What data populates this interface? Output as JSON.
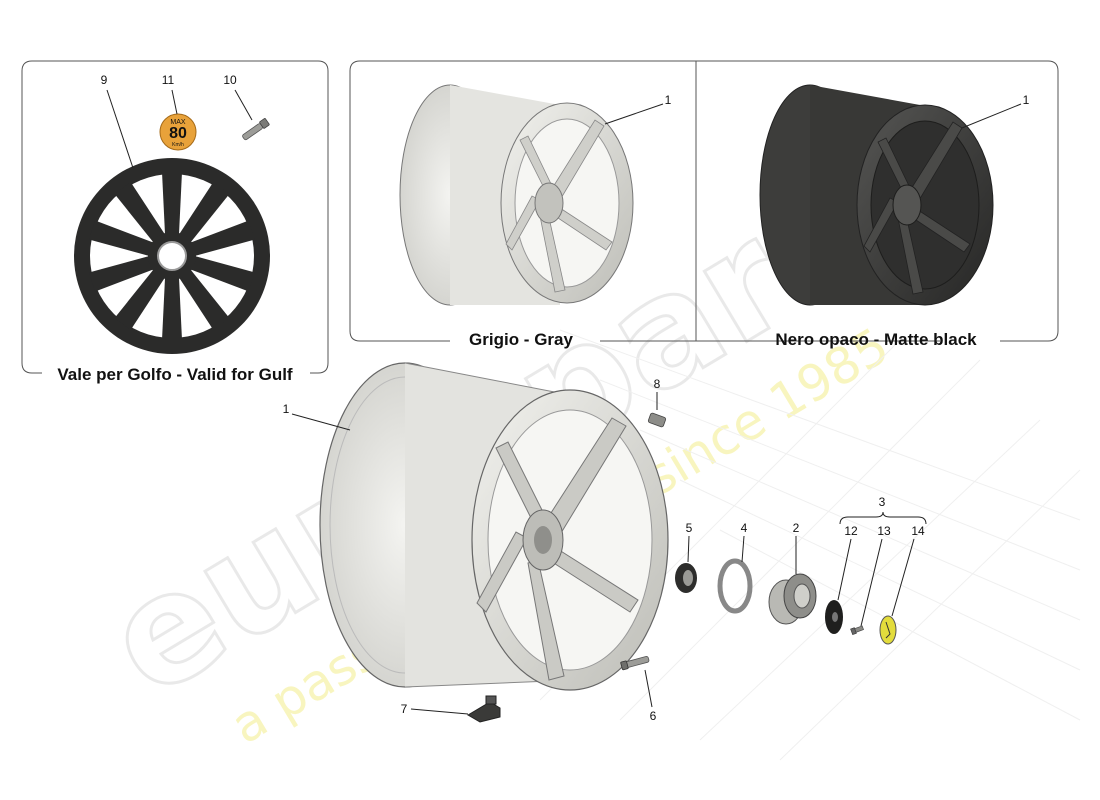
{
  "panels": {
    "gulf": {
      "caption": "Vale per Golfo - Valid for Gulf"
    },
    "gray": {
      "caption": "Grigio - Gray"
    },
    "matte": {
      "caption": "Nero opaco - Matte black"
    }
  },
  "badge": {
    "top": "MAX",
    "value": "80",
    "unit": "Km/h",
    "color": "#e8a23a"
  },
  "callouts": {
    "gulf_wheel": "9",
    "speed_badge": "11",
    "gulf_valve": "10",
    "gray_wheel": "1",
    "matte_wheel": "1",
    "main_wheel": "1",
    "badge_clip": "8",
    "seal_ring": "5",
    "spacer_ring": "4",
    "wheel_nut": "2",
    "nut_kit": "3",
    "washer": "12",
    "screw": "13",
    "emblem": "14",
    "tpms_sensor": "7",
    "valve": "6"
  },
  "watermark": {
    "brand": "eurospares",
    "tagline": "a passion for parts since 1985"
  },
  "colors": {
    "silver": "#e7e7e3",
    "matte_black": "#3a3a38",
    "emblem": "#e3dc3c"
  }
}
